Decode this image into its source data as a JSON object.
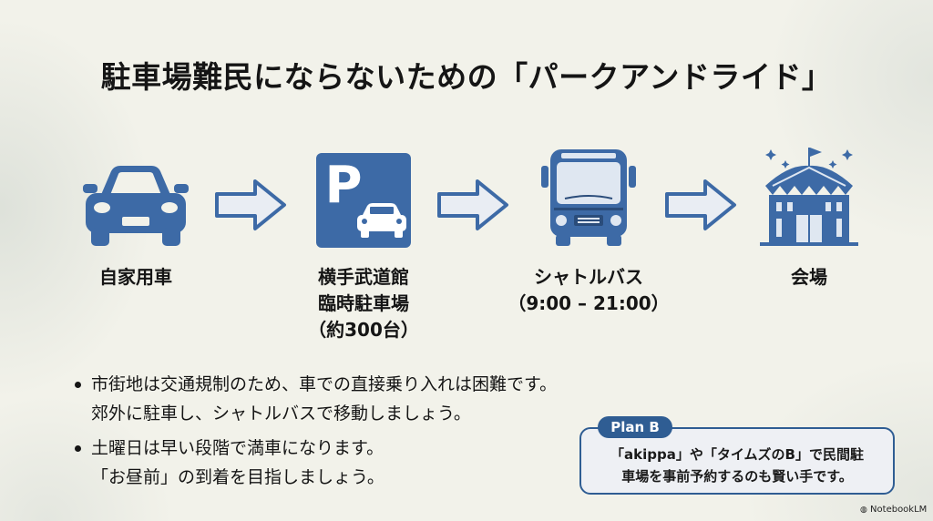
{
  "title": "駐車場難民にならないための「パークアンドライド」",
  "flow": [
    {
      "icon": "car-icon",
      "label": [
        "自家用車"
      ]
    },
    {
      "icon": "parking-icon",
      "label": [
        "横手武道館",
        "臨時駐車場",
        "（約300台）"
      ]
    },
    {
      "icon": "bus-icon",
      "label": [
        "シャトルバス",
        "（9:00 – 21:00）"
      ]
    },
    {
      "icon": "venue-icon",
      "label": [
        "会場"
      ]
    }
  ],
  "parking_sign_letter": "P",
  "bullets": [
    [
      "市街地は交通規制のため、車での直接乗り入れは困難です。",
      "郊外に駐車し、シャトルバスで移動しましょう。"
    ],
    [
      "土曜日は早い段階で満車になります。",
      "「お昼前」の到着を目指しましょう。"
    ]
  ],
  "plan_b": {
    "tag": "Plan B",
    "lines": [
      "「akippa」や「タイムズのB」で民間駐",
      "車場を事前予約するのも賢い手です。"
    ]
  },
  "brand": "NotebookLM",
  "colors": {
    "accent": "#2f5d93",
    "icon_blue": "#3d6aa6",
    "arrow_fill": "#e9edf3"
  }
}
